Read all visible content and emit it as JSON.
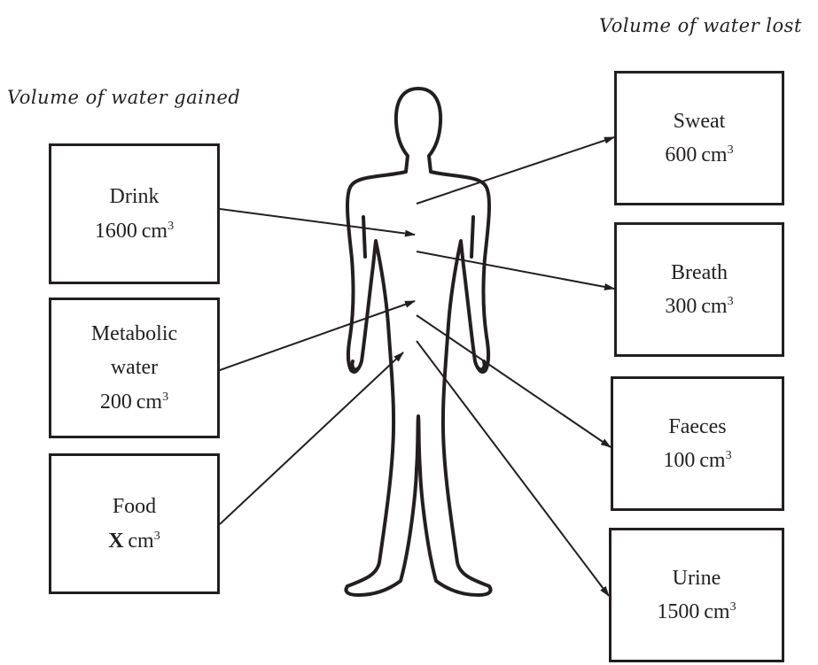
{
  "headings": {
    "gained": "Volume of water gained",
    "lost": "Volume of water lost"
  },
  "gains": [
    {
      "label": "Drink",
      "value": "1600",
      "unit": "cm",
      "exp": "3"
    },
    {
      "label_line1": "Metabolic",
      "label_line2": "water",
      "value": "200",
      "unit": "cm",
      "exp": "3"
    },
    {
      "label": "Food",
      "value": "X",
      "unit": "cm",
      "exp": "3"
    }
  ],
  "losses": [
    {
      "label": "Sweat",
      "value": "600",
      "unit": "cm",
      "exp": "3"
    },
    {
      "label": "Breath",
      "value": "300",
      "unit": "cm",
      "exp": "3"
    },
    {
      "label": "Faeces",
      "value": "100",
      "unit": "cm",
      "exp": "3"
    },
    {
      "label": "Urine",
      "value": "1500",
      "unit": "cm",
      "exp": "3"
    }
  ],
  "colors": {
    "ink": "#231f20",
    "background": "#ffffff"
  }
}
